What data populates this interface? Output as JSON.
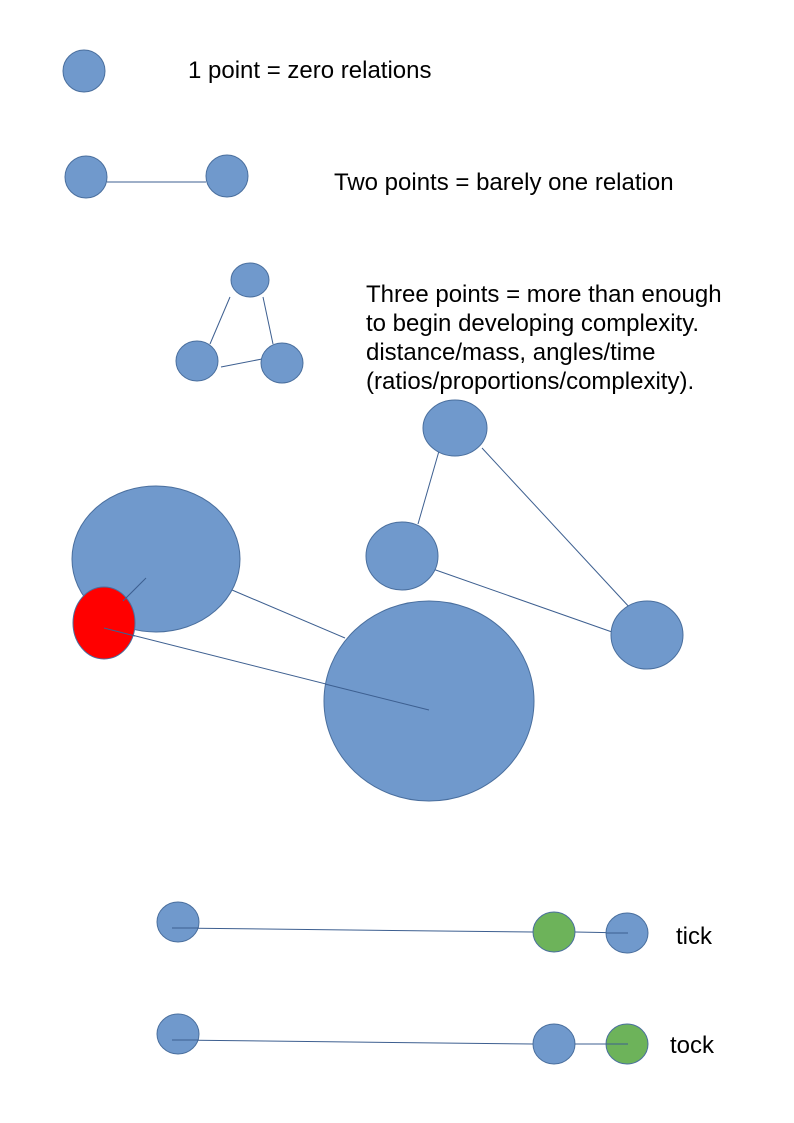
{
  "labels": {
    "one_point": "1 point = zero relations",
    "two_points": "Two points = barely one relation",
    "three_points_line1": "Three points = more than enough",
    "three_points_line2": "to begin developing complexity.",
    "three_points_line3": "distance/mass, angles/time",
    "three_points_line4": "(ratios/proportions/complexity).",
    "tick": "tick",
    "tock": "tock"
  },
  "colors": {
    "node_fill": "#7099cc",
    "node_stroke": "#4a6f9e",
    "edge": "#3d5f90",
    "highlight_red": "#ff0000",
    "highlight_green": "#6db35a"
  }
}
